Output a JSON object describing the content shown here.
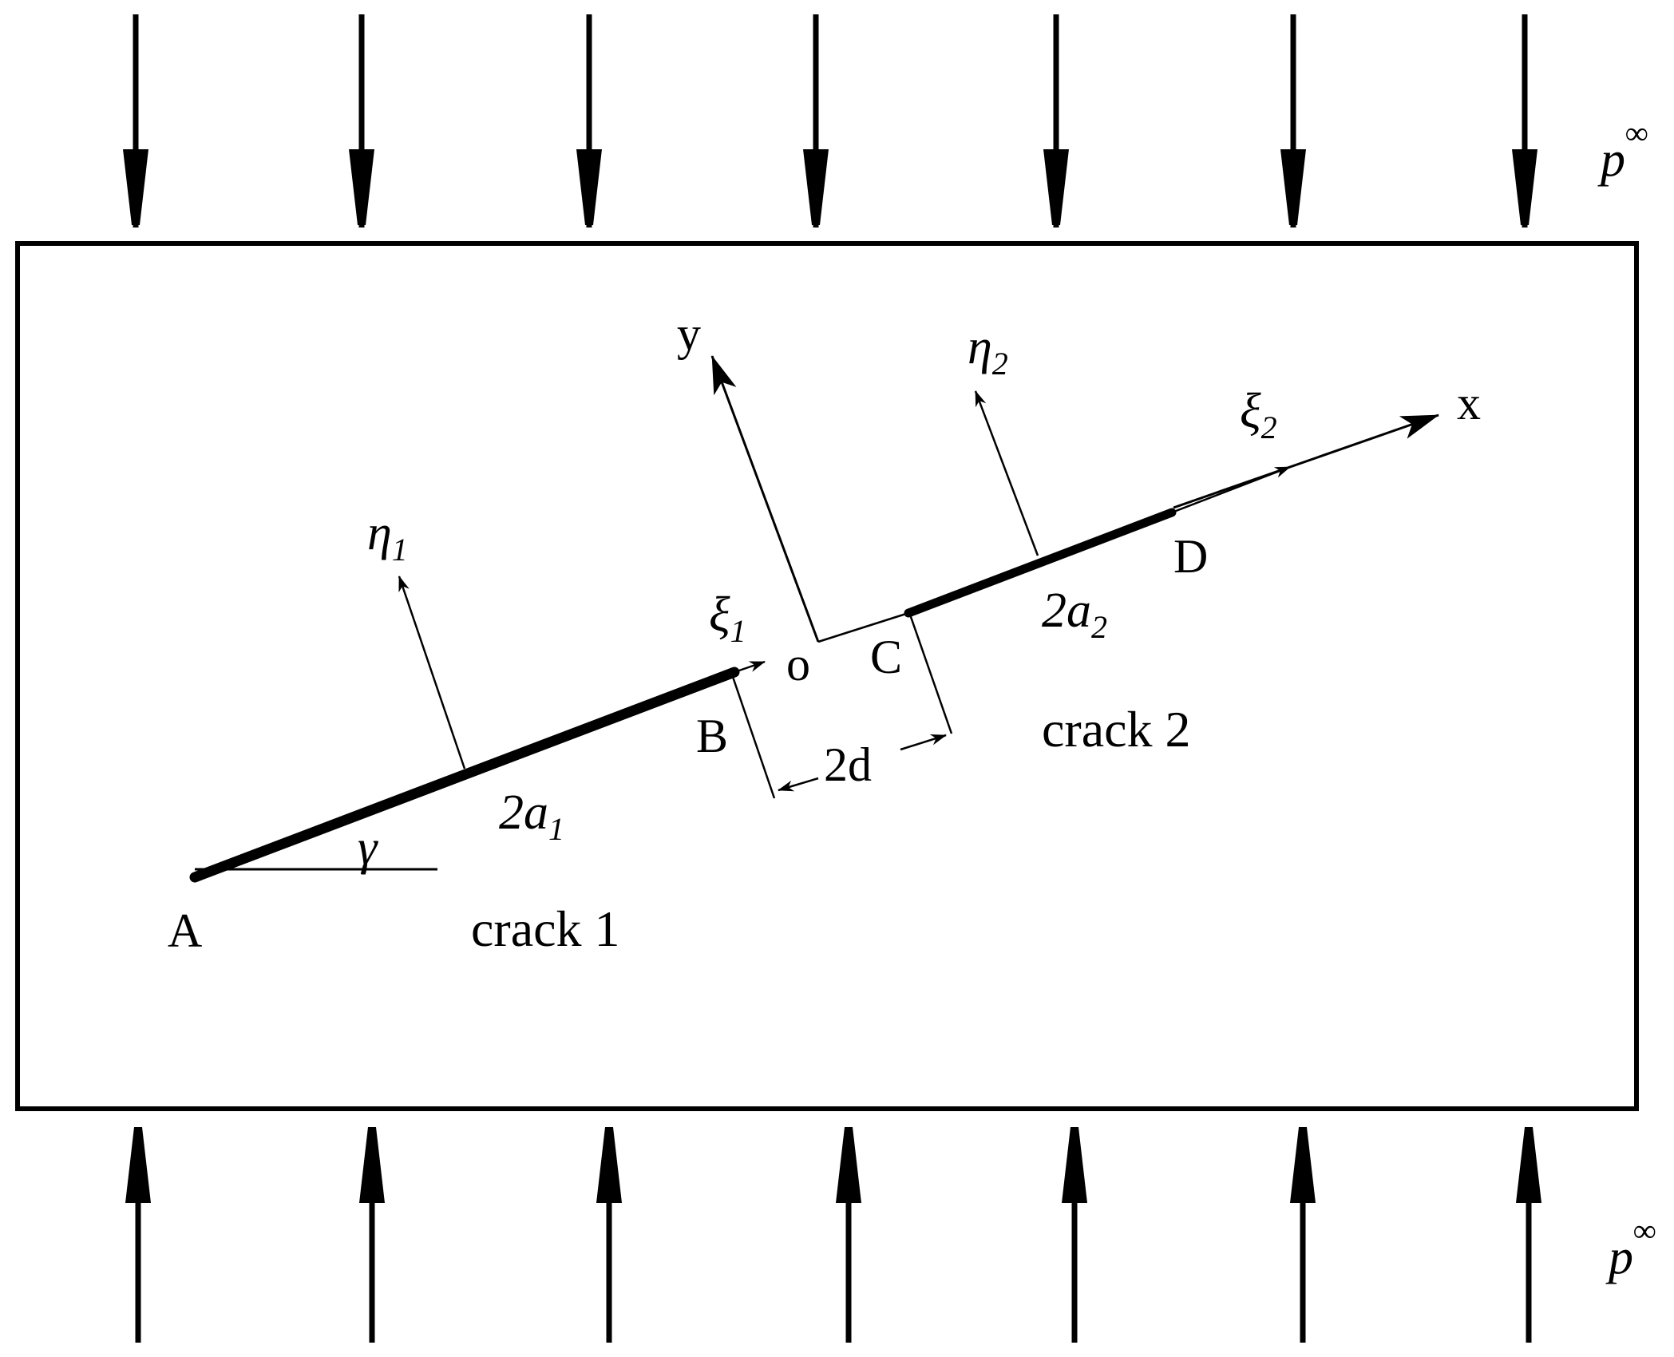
{
  "figure": {
    "load_labels": {
      "top": "p",
      "bottom": "p",
      "superscript": "∞"
    },
    "axes": {
      "x": "x",
      "y": "y",
      "origin": "o"
    },
    "points": {
      "A": "A",
      "B": "B",
      "C": "C",
      "D": "D"
    },
    "crack1": {
      "name": "crack 1",
      "length_label": "2a",
      "length_sub": "1",
      "normal_label": "η",
      "normal_sub": "1",
      "tangent_label": "ξ",
      "tangent_sub": "1"
    },
    "crack2": {
      "name": "crack 2",
      "length_label": "2a",
      "length_sub": "2",
      "normal_label": "η",
      "normal_sub": "2",
      "tangent_label": "ξ",
      "tangent_sub": "2"
    },
    "gap_label": "2d",
    "angle_label": "γ",
    "top_arrow_count": 7,
    "bottom_arrow_count": 7
  }
}
